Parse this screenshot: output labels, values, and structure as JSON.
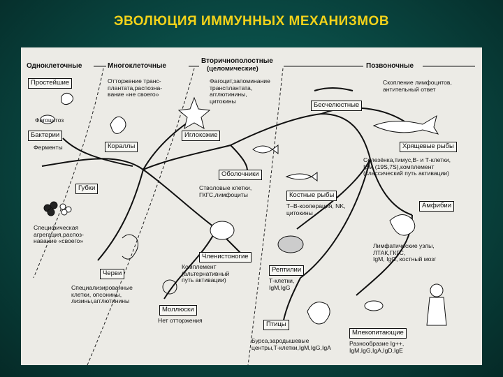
{
  "slide_title": "ЭВОЛЮЦИЯ ИММУННЫХ МЕХАНИЗМОВ",
  "headers": {
    "unicellular": "Одноклеточные",
    "multicellular": "Многоклеточные",
    "secondary_cavity_1": "Вторичнополостные",
    "secondary_cavity_2": "(целомические)",
    "vertebrates": "Позвоночные"
  },
  "groups": {
    "protozoa": "Простейшие",
    "bacteria": "Бактерии",
    "sponges": "Губки",
    "worms": "Черви",
    "corals": "Кораллы",
    "echinoderms": "Иглокожие",
    "tunicates": "Оболочники",
    "arthropods": "Членистоногие",
    "molluscs": "Моллюски",
    "acraniates": "Бесчелюстные",
    "cartilaginous_fish": "Хрящевые рыбы",
    "bony_fish": "Костные рыбы",
    "amphibians": "Амфибии",
    "reptiles": "Рептилии",
    "birds": "Птицы",
    "mammals": "Млекопитающие"
  },
  "notes": {
    "phagocytosis": "Фагоцитоз",
    "enzymes": "Ферменты",
    "specific_aggregation": [
      "Специфическая",
      "агрегация,распоз-",
      "навание «своего»"
    ],
    "specialized_cells": [
      "Специализированные",
      "клетки, опсонины,",
      "лизины,агглютинины"
    ],
    "graft_rejection": [
      "Отторжение транс-",
      "плантата,распозна-",
      "вание «не своего»"
    ],
    "phagocyte_memory": [
      "Фагоцит,запоминание",
      "трансплантата,",
      "агглютинины,",
      "цитокины"
    ],
    "stem_cells": [
      "Стволовые клетки,",
      "ГКГС,лимфоциты"
    ],
    "complement_alt": [
      "Комплемент",
      "(альтернативный",
      "путь активации)"
    ],
    "no_rejection": "Нет отторжения",
    "t_b_cooperation": [
      "Т–В-кооперация, NK,",
      "цитокины"
    ],
    "lymphocyte_cluster": [
      "Скопление лимфоцитов,",
      "антительный ответ"
    ],
    "spleen_thymus": [
      "Селезёнка,тимус,В- и Т-клетки,",
      "IgM (19S,7S),комплемент",
      "(классический путь активации)"
    ],
    "lymph_nodes": [
      "Лимфатические узлы,",
      "ЛТАК,ГКГС,",
      "IgM, IgG, костный мозг"
    ],
    "reptile_cells": [
      "Т-клетки,",
      "IgM,IgG"
    ],
    "bursa": [
      "Бурса,зародышевые",
      "центры,Т-клетки,IgM,IgG,IgA"
    ],
    "ig_variety": [
      "Разнообразие Ig++,",
      "IgM,IgG,IgA,IgD,IgE"
    ]
  },
  "colors": {
    "title": "#f2d21a",
    "background": "#0a4d47",
    "figure_bg": "#ecebe6",
    "ink": "#111111"
  }
}
